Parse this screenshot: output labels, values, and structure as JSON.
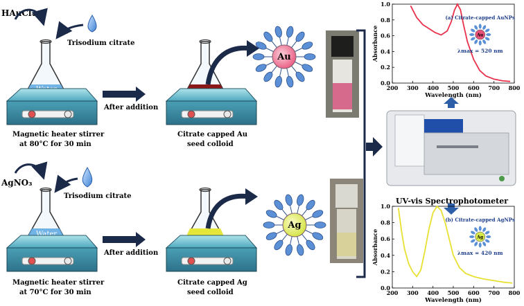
{
  "reagents": {
    "gold_precursor": "HAuCl₄",
    "silver_precursor": "AgNO₃",
    "citrate_top": "Trisodium citrate",
    "citrate_bottom": "Trisodium citrate"
  },
  "flask_label_top": "Water",
  "flask_label_bottom": "Water",
  "stirrer_top": {
    "line1": "Magnetic heater stirrer",
    "line2": "at 80°C for 30 min"
  },
  "stirrer_bottom": {
    "line1": "Magnetic heater stirrer",
    "line2": "at 70°C for 30 min"
  },
  "after_addition_top": "After addition",
  "after_addition_bottom": "After addition",
  "colloid_top": {
    "line1": "Citrate capped Au",
    "line2": "seed colloid"
  },
  "colloid_bottom": {
    "line1": "Citrate capped Ag",
    "line2": "seed colloid"
  },
  "particle_top": "Au",
  "particle_bottom": "Ag",
  "particle_top_color": "#e8507a",
  "particle_bottom_color": "#d6e84a",
  "instrument_label": "UV-vis Spectrophotometer",
  "colors": {
    "petal": "#5b8fd6",
    "arrow": "#1c2a4a",
    "au_curve": "#e8304a",
    "ag_curve": "#e8e030"
  },
  "chart_data": [
    {
      "type": "line",
      "xlabel": "Wavelength (nm)",
      "ylabel": "Absorbance",
      "xlim": [
        200,
        800
      ],
      "ylim": [
        0.0,
        1.0
      ],
      "xticks": [
        200,
        300,
        400,
        500,
        600,
        700,
        800
      ],
      "yticks": [
        0.0,
        0.2,
        0.4,
        0.6,
        0.8,
        1.0
      ],
      "annotation": "(a) Citrate-capped AuNPs",
      "lambda_label": "λmax = 520 nm",
      "inset_label": "Au",
      "x": [
        290,
        320,
        350,
        380,
        410,
        440,
        470,
        490,
        505,
        520,
        535,
        550,
        570,
        600,
        630,
        660,
        700,
        740,
        780
      ],
      "y": [
        0.98,
        0.83,
        0.74,
        0.69,
        0.64,
        0.61,
        0.66,
        0.78,
        0.92,
        1.0,
        0.93,
        0.74,
        0.52,
        0.3,
        0.16,
        0.09,
        0.05,
        0.03,
        0.02
      ]
    },
    {
      "type": "line",
      "xlabel": "Wavelength (nm)",
      "ylabel": "Absorbance",
      "xlim": [
        200,
        800
      ],
      "ylim": [
        0.0,
        1.0
      ],
      "xticks": [
        200,
        300,
        400,
        500,
        600,
        700,
        800
      ],
      "yticks": [
        0.0,
        0.2,
        0.4,
        0.6,
        0.8,
        1.0
      ],
      "annotation": "(b) Citrate-capped AgNPs",
      "lambda_label": "λmax = 420 nm",
      "inset_label": "Ag",
      "x": [
        230,
        245,
        260,
        280,
        300,
        320,
        340,
        360,
        380,
        400,
        420,
        440,
        460,
        480,
        500,
        530,
        560,
        600,
        650,
        700,
        750,
        790
      ],
      "y": [
        0.98,
        0.7,
        0.48,
        0.3,
        0.2,
        0.14,
        0.22,
        0.45,
        0.72,
        0.92,
        1.0,
        0.95,
        0.8,
        0.6,
        0.4,
        0.25,
        0.18,
        0.14,
        0.11,
        0.09,
        0.07,
        0.06
      ]
    }
  ]
}
